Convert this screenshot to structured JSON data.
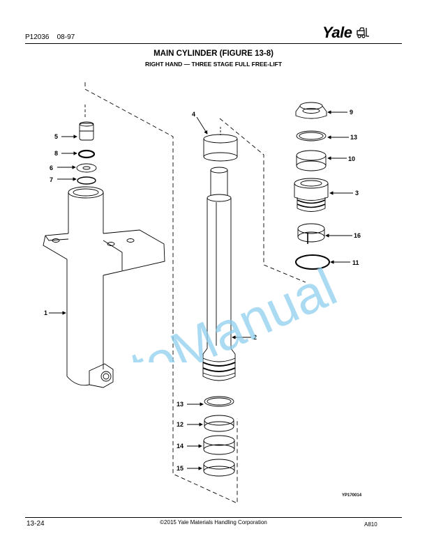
{
  "header": {
    "doc_number": "P12036",
    "doc_date": "08-97",
    "brand": "Yale"
  },
  "title": "MAIN CYLINDER (FIGURE 13-8)",
  "subtitle": "RIGHT HAND — THREE STAGE FULL FREE-LIFT",
  "callouts": [
    "1",
    "2",
    "3",
    "4",
    "5",
    "6",
    "7",
    "8",
    "9",
    "10",
    "11",
    "12",
    "13",
    "13",
    "14",
    "15",
    "16"
  ],
  "figure_code": "YP170014",
  "watermark": "AutoManual",
  "footer": {
    "page": "13-24",
    "copyright": "©2015 Yale Materials Handling Corporation",
    "code": "A810"
  },
  "colors": {
    "watermark": "#8ecfee",
    "line": "#000000"
  }
}
